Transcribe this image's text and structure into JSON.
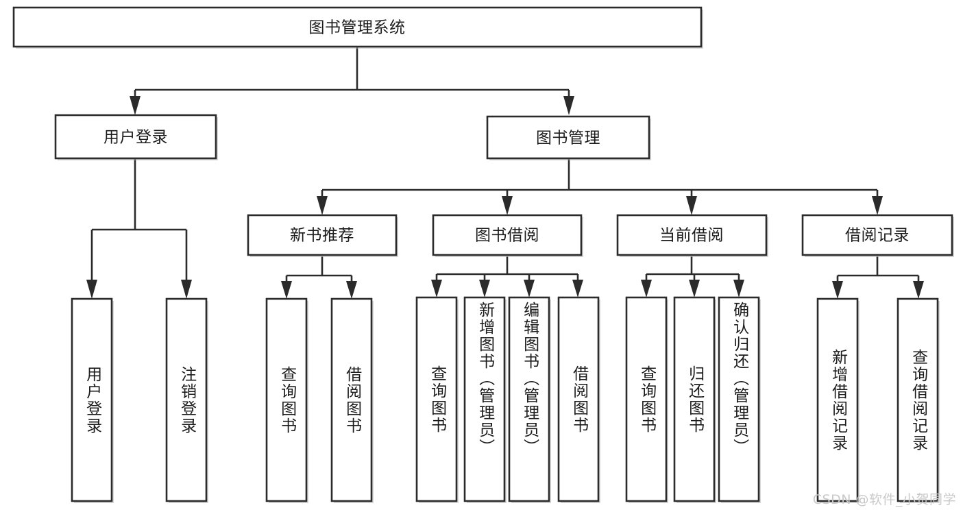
{
  "diagram": {
    "type": "hierarchy-tree",
    "title": "图书管理系统",
    "watermark": "CSDN @软件_小贺同学",
    "colors": {
      "box_stroke": "#2b2b2b",
      "box_fill": "#ffffff",
      "text": "#1c1c1c",
      "connector": "#2b2b2b",
      "watermark": "#c9c9c9",
      "background": "#ffffff"
    },
    "levels": {
      "root": {
        "label": "图书管理系统"
      },
      "level2": [
        {
          "id": "user-login",
          "label": "用户登录"
        },
        {
          "id": "book-management",
          "label": "图书管理"
        }
      ],
      "level3": [
        {
          "id": "new-book-recommend",
          "label": "新书推荐",
          "parent": "book-management"
        },
        {
          "id": "book-borrow",
          "label": "图书借阅",
          "parent": "book-management"
        },
        {
          "id": "current-borrow",
          "label": "当前借阅",
          "parent": "book-management"
        },
        {
          "id": "borrow-record",
          "label": "借阅记录",
          "parent": "book-management"
        }
      ],
      "leaves": [
        {
          "id": "leaf-user-login",
          "label": "用户登录",
          "parent": "user-login"
        },
        {
          "id": "leaf-logout-login",
          "label": "注销登录",
          "parent": "user-login"
        },
        {
          "id": "leaf-query-book-1",
          "label": "查询图书",
          "parent": "new-book-recommend"
        },
        {
          "id": "leaf-borrow-book-1",
          "label": "借阅图书",
          "parent": "new-book-recommend"
        },
        {
          "id": "leaf-query-book-2",
          "label": "查询图书",
          "parent": "book-borrow"
        },
        {
          "id": "leaf-add-book",
          "label": "新增图书（管理员）",
          "parent": "book-borrow"
        },
        {
          "id": "leaf-edit-book",
          "label": "编辑图书（管理员）",
          "parent": "book-borrow"
        },
        {
          "id": "leaf-borrow-book-2",
          "label": "借阅图书",
          "parent": "book-borrow"
        },
        {
          "id": "leaf-query-book-3",
          "label": "查询图书",
          "parent": "current-borrow"
        },
        {
          "id": "leaf-return-book",
          "label": "归还图书",
          "parent": "current-borrow"
        },
        {
          "id": "leaf-confirm-return",
          "label": "确认归还（管理员）",
          "parent": "current-borrow"
        },
        {
          "id": "leaf-add-record",
          "label": "新增借阅记录",
          "parent": "borrow-record"
        },
        {
          "id": "leaf-query-record",
          "label": "查询借阅记录",
          "parent": "borrow-record"
        }
      ]
    }
  }
}
